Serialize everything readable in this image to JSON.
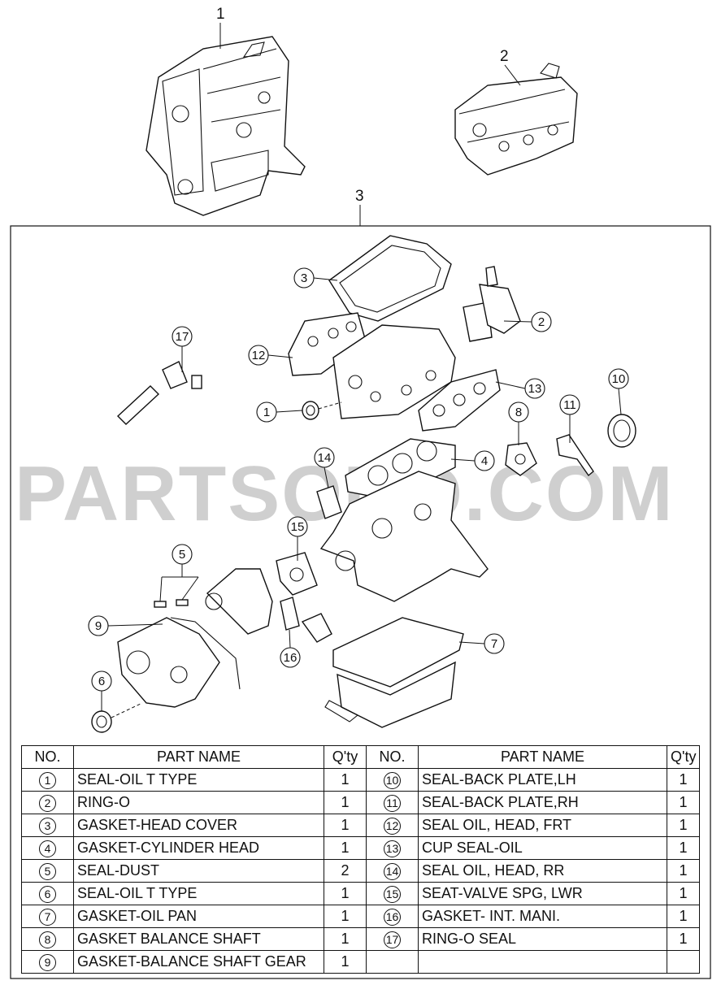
{
  "watermark": "PARTSOUQ.COM",
  "assembly_labels": [
    "1",
    "2",
    "3"
  ],
  "callouts": [
    "1",
    "2",
    "3",
    "4",
    "5",
    "6",
    "7",
    "8",
    "9",
    "10",
    "11",
    "12",
    "13",
    "14",
    "15",
    "16",
    "17"
  ],
  "table": {
    "headers": {
      "no": "NO.",
      "part_name": "PART NAME",
      "qty": "Q'ty"
    },
    "left": [
      {
        "no": "1",
        "name": "SEAL-OIL T TYPE",
        "qty": "1"
      },
      {
        "no": "2",
        "name": "RING-O",
        "qty": "1"
      },
      {
        "no": "3",
        "name": "GASKET-HEAD COVER",
        "qty": "1"
      },
      {
        "no": "4",
        "name": "GASKET-CYLINDER HEAD",
        "qty": "1"
      },
      {
        "no": "5",
        "name": "SEAL-DUST",
        "qty": "2"
      },
      {
        "no": "6",
        "name": "SEAL-OIL T TYPE",
        "qty": "1"
      },
      {
        "no": "7",
        "name": "GASKET-OIL PAN",
        "qty": "1"
      },
      {
        "no": "8",
        "name": "GASKET BALANCE SHAFT",
        "qty": "1"
      },
      {
        "no": "9",
        "name": "GASKET-BALANCE SHAFT GEAR",
        "qty": "1"
      }
    ],
    "right": [
      {
        "no": "10",
        "name": "SEAL-BACK PLATE,LH",
        "qty": "1"
      },
      {
        "no": "11",
        "name": "SEAL-BACK PLATE,RH",
        "qty": "1"
      },
      {
        "no": "12",
        "name": "SEAL OIL, HEAD, FRT",
        "qty": "1"
      },
      {
        "no": "13",
        "name": "CUP SEAL-OIL",
        "qty": "1"
      },
      {
        "no": "14",
        "name": "SEAL OIL, HEAD, RR",
        "qty": "1"
      },
      {
        "no": "15",
        "name": "SEAT-VALVE SPG, LWR",
        "qty": "1"
      },
      {
        "no": "16",
        "name": "GASKET- INT. MANI.",
        "qty": "1"
      },
      {
        "no": "17",
        "name": "RING-O SEAL",
        "qty": "1"
      }
    ]
  }
}
